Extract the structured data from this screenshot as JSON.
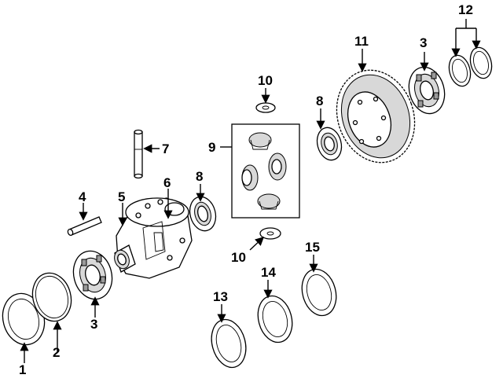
{
  "callouts": {
    "c1": "1",
    "c2": "2",
    "c3a": "3",
    "c3b": "3",
    "c4": "4",
    "c5": "5",
    "c6": "6",
    "c7": "7",
    "c8a": "8",
    "c8b": "8",
    "c9": "9",
    "c10a": "10",
    "c10b": "10",
    "c11": "11",
    "c12": "12",
    "c13": "13",
    "c14": "14",
    "c15": "15"
  },
  "colors": {
    "ink": "#000000",
    "paper": "#ffffff",
    "shade": "#d8d8d8"
  }
}
